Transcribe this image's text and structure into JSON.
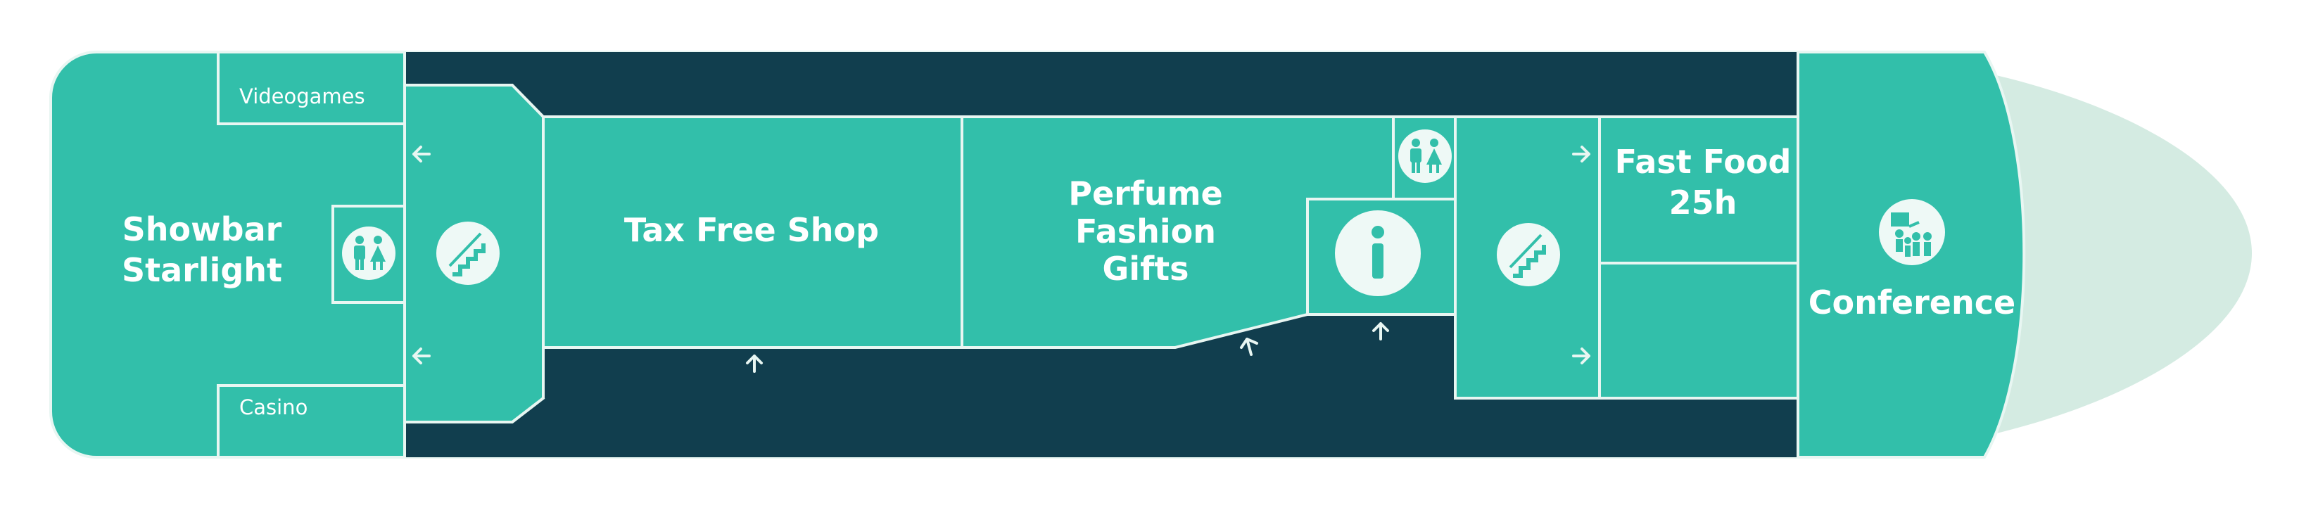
{
  "deck": {
    "labels": {
      "showbar_line1": "Showbar",
      "showbar_line2": "Starlight",
      "videogames": "Videogames",
      "casino": "Casino",
      "tax_free": "Tax Free Shop",
      "perfume_line1": "Perfume",
      "perfume_line2": "Fashion",
      "perfume_line3": "Gifts",
      "fastfood_line1": "Fast Food",
      "fastfood_line2": "25h",
      "conference": "Conference"
    },
    "icons": [
      "toilets-icon",
      "stairs-icon",
      "info-icon",
      "conference-icon",
      "arrow-icon"
    ],
    "colors": {
      "room": "#32bfaa",
      "corridor": "#113e4e",
      "bow": "#d4ebe2",
      "outline": "#e8f6f2"
    }
  }
}
